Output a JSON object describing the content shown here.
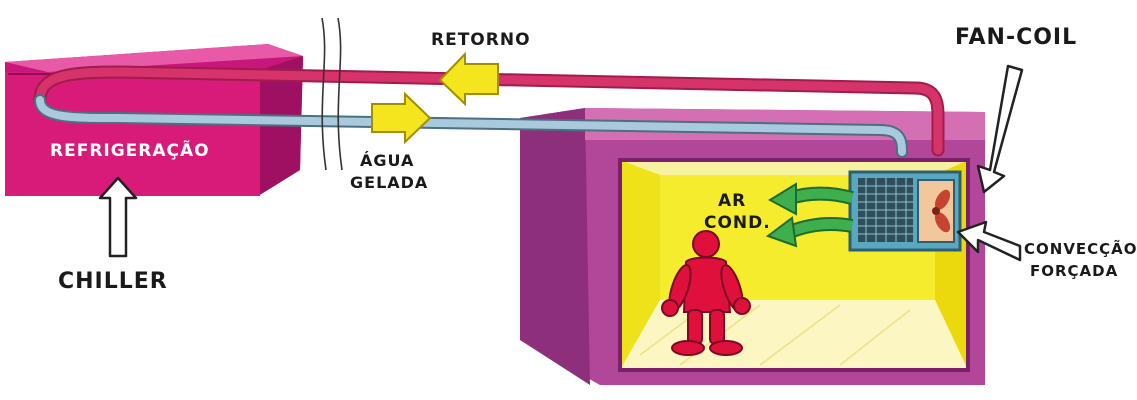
{
  "labels": {
    "retorno": "RETORNO",
    "agua_line1": "ÁGUA",
    "agua_line2": "GELADA",
    "refrigeracao": "REFRIGERAÇÃO",
    "chiller": "CHILLER",
    "fan_coil": "FAN-COIL",
    "ar_line1": "AR",
    "ar_line2": "COND.",
    "conveccao_line1": "CONVECÇÃO",
    "conveccao_line2": "FORÇADA"
  },
  "colors": {
    "chiller_box": "#d81b78",
    "room_frame": "#c2569f",
    "room_wall": "#f4ec2c",
    "return_pipe": "#d6336b",
    "supply_pipe": "#a9c9dc",
    "arrow_yellow": "#f5e51e",
    "arrow_green": "#3fae4f",
    "person": "#e0103d",
    "fan_coil_unit": "#5aa7c2"
  }
}
